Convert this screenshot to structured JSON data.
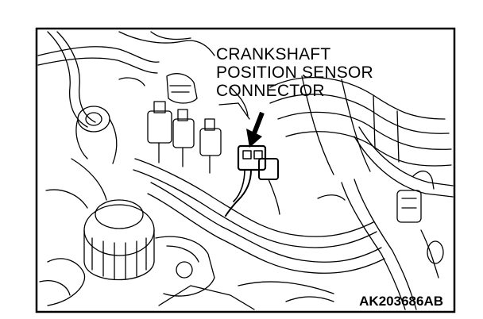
{
  "callout": {
    "lines": [
      "CRANKSHAFT",
      "POSITION SENSOR",
      "CONNECTOR"
    ]
  },
  "figure_id": "AK203686AB",
  "colors": {
    "ink": "#000000",
    "paper": "#ffffff"
  }
}
